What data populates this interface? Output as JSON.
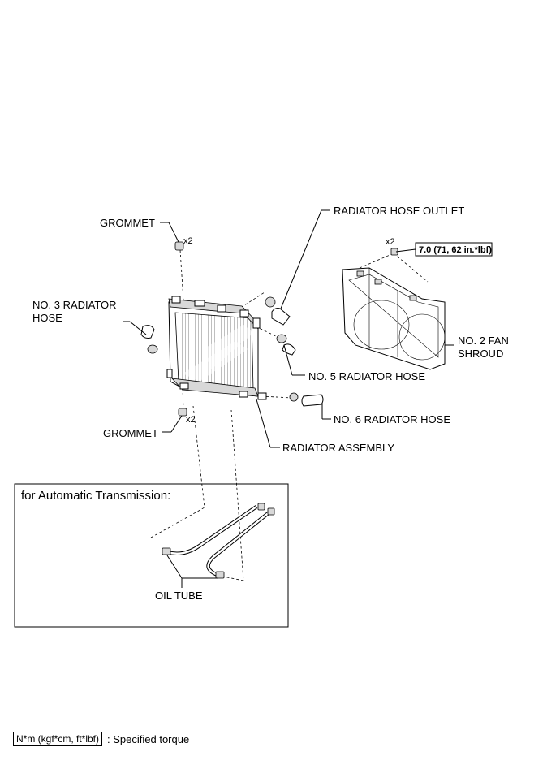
{
  "labels": {
    "grommet_top": "GROMMET",
    "grommet_top_qty": "x2",
    "grommet_bottom": "GROMMET",
    "grommet_bottom_qty": "x2",
    "no3_hose_line1": "NO. 3 RADIATOR",
    "no3_hose_line2": "HOSE",
    "hose_outlet": "RADIATOR HOSE OUTLET",
    "bolt_qty": "x2",
    "torque_spec": "7.0 (71, 62 in.*lbf)",
    "fan_shroud_line1": "NO. 2 FAN",
    "fan_shroud_line2": "SHROUD",
    "no5_hose": "NO. 5 RADIATOR HOSE",
    "no6_hose": "NO. 6 RADIATOR HOSE",
    "radiator_assembly": "RADIATOR ASSEMBLY",
    "auto_trans_title": "for Automatic Transmission:",
    "oil_tube": "OIL TUBE"
  },
  "legend": {
    "unit": "N*m (kgf*cm, ft*lbf)",
    "description": ": Specified torque"
  }
}
